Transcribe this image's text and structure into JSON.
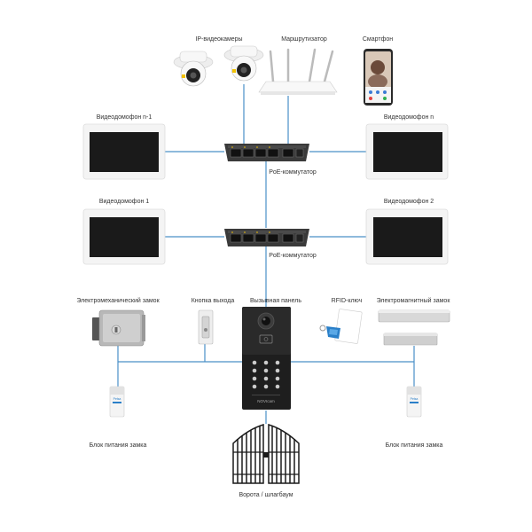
{
  "labels": {
    "ip_cameras": "IP-видеокамеры",
    "router": "Маршрутизатор",
    "smartphone": "Смартфон",
    "intercom_n1": "Видеодомофон n-1",
    "intercom_n": "Видеодомофон n",
    "poe_switch_1": "PoE-коммутатор",
    "intercom_1": "Видеодомофон 1",
    "intercom_2": "Видеодомофон 2",
    "poe_switch_2": "PoE-коммутатор",
    "electromech_lock": "Электромеханический замок",
    "exit_button": "Кнопка выхода",
    "call_panel": "Вызывная панель",
    "rfid_key": "RFID-ключ",
    "electromag_lock": "Электромагнитный замок",
    "psu_left": "Блок питания замка",
    "psu_right": "Блок питания замка",
    "gate": "Ворота / шлагбаум"
  },
  "device_text": {
    "panel_brand": "NOVIcam",
    "psu_brand_left": "Pelsa",
    "psu_brand_right": "Pelsa"
  },
  "colors": {
    "connector": "#4a90c8",
    "screen": "#1a1a1a",
    "device_body": "#f4f4f4",
    "switch_body": "#3a3a3a",
    "camera_led": "#f2c200"
  },
  "icons": [
    "camera-icon",
    "router-icon",
    "smartphone-icon",
    "monitor-icon",
    "switch-icon",
    "lock-icon",
    "exit-button-icon",
    "call-panel-icon",
    "rfid-key-icon",
    "magnetic-lock-icon",
    "power-supply-icon",
    "gate-icon"
  ]
}
